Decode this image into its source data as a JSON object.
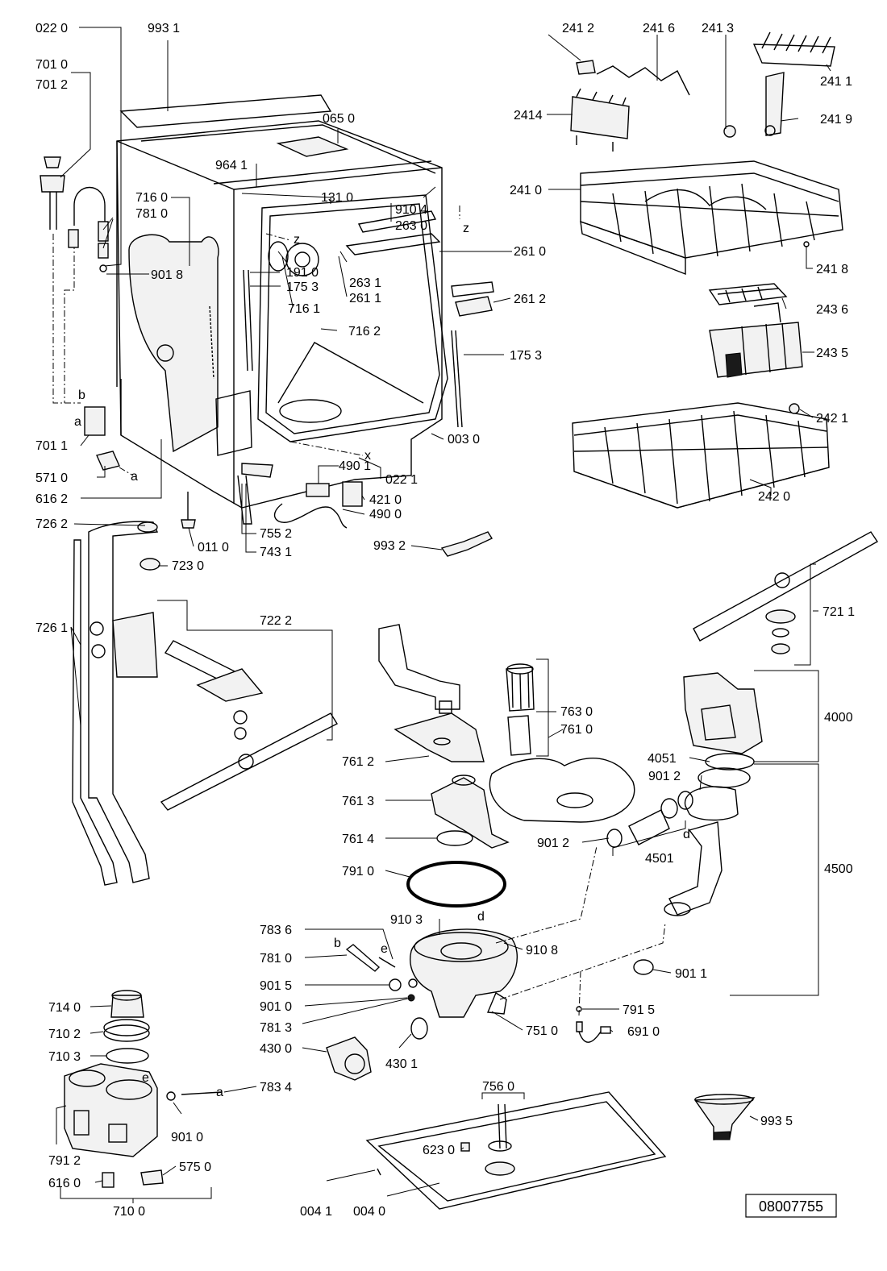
{
  "drawing_number": "08007755",
  "callouts": {
    "c0220": "022 0",
    "c9931": "993 1",
    "c7010": "701 0",
    "c7012": "701 2",
    "c0650": "065 0",
    "c9641": "964 1",
    "c7160": "716 0",
    "c7810a": "781 0",
    "c1310": "131 0",
    "c9104": "910 4",
    "c2630": "263 0",
    "c1910": "191 0",
    "c9018": "901 8",
    "c1753a": "175 3",
    "c2631": "263 1",
    "c2611": "261 1",
    "c7161": "716 1",
    "c7162": "716 2",
    "c1753b": "175 3",
    "c0030": "003 0",
    "c7011": "701 1",
    "c4901": "490 1",
    "c5710": "571 0",
    "c0221": "022 1",
    "c6162": "616 2",
    "c4210": "421 0",
    "c4900": "490 0",
    "c7262": "726 2",
    "c0110": "011 0",
    "c7552": "755 2",
    "c7431": "743 1",
    "c7230": "723 0",
    "c9932": "993 2",
    "c7222": "722 2",
    "c7261": "726 1",
    "c2412": "241 2",
    "c2416": "241 6",
    "c2413": "241 3",
    "c2411": "241 1",
    "c2414": "2414",
    "c2419": "241 9",
    "c2410": "241 0",
    "c2610": "261 0",
    "c2418": "241 8",
    "c2612": "261 2",
    "c2436": "243 6",
    "c2435": "243 5",
    "c2421": "242 1",
    "c2420": "242 0",
    "c7211": "721 1",
    "c7630": "763 0",
    "c7610": "761 0",
    "c7612": "761 2",
    "c4000": "4000",
    "c4051": "4051",
    "c9012a": "901 2",
    "c7613": "761 3",
    "c9012b": "901 2",
    "c4501": "4501",
    "c7614": "761 4",
    "c4500": "4500",
    "c7910": "791 0",
    "c7836": "783 6",
    "c9103": "910 3",
    "c9108": "910 8",
    "c7810b": "781 0",
    "c9015": "901 5",
    "c9011": "901 1",
    "c9010a": "901 0",
    "c7140": "714 0",
    "c7813": "781 3",
    "c7915": "791 5",
    "c7102": "710 2",
    "c7510": "751 0",
    "c6910": "691 0",
    "c4300": "430 0",
    "c7103": "710 3",
    "c4301": "430 1",
    "c7834": "783 4",
    "c7560": "756 0",
    "c9935": "993 5",
    "c6230": "623 0",
    "c9010b": "901 0",
    "c7912": "791 2",
    "c5750": "575 0",
    "c6160": "616 0",
    "c0041": "004 1",
    "c0040": "004 0",
    "c7100": "710 0"
  },
  "connection_letters": {
    "b1": "b",
    "a1": "a",
    "a2": "a",
    "z1": "z",
    "z2": "z",
    "x1": "x",
    "d1": "d",
    "d2": "d",
    "e1": "e",
    "b2": "b",
    "e2": "e",
    "a3": "a"
  }
}
